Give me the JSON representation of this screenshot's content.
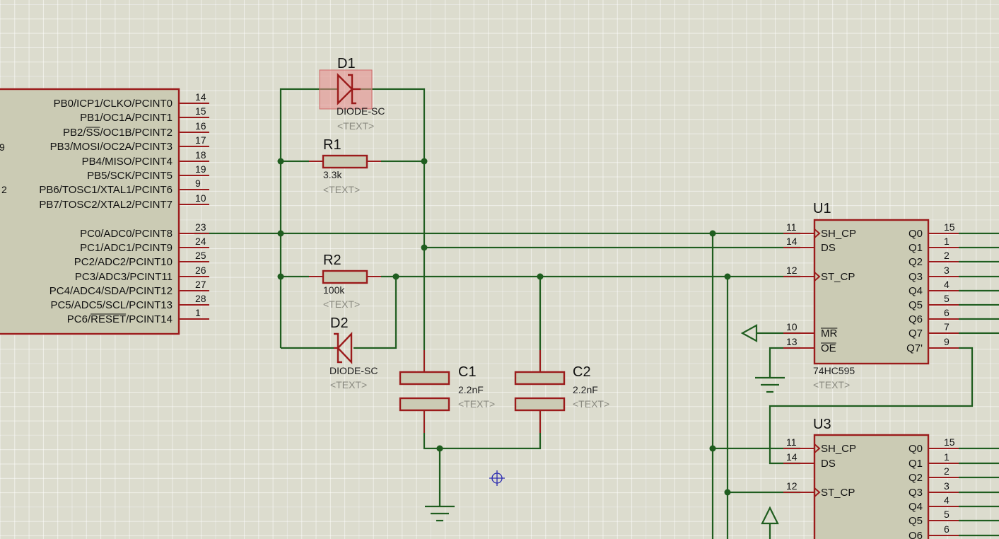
{
  "mcu": {
    "pins": [
      {
        "label": "PB0/ICP1/CLKO/PCINT0",
        "num": "14"
      },
      {
        "label": "PB1/OC1A/PCINT1",
        "num": "15"
      },
      {
        "label": "PB2/SS/OC1B/PCINT2",
        "num": "16"
      },
      {
        "label": "PB3/MOSI/OC2A/PCINT3",
        "num": "17"
      },
      {
        "label": "PB4/MISO/PCINT4",
        "num": "18"
      },
      {
        "label": "PB5/SCK/PCINT5",
        "num": "19"
      },
      {
        "label": "PB6/TOSC1/XTAL1/PCINT6",
        "num": "9"
      },
      {
        "label": "PB7/TOSC2/XTAL2/PCINT7",
        "num": "10"
      },
      {
        "label": "PC0/ADC0/PCINT8",
        "num": "23"
      },
      {
        "label": "PC1/ADC1/PCINT9",
        "num": "24"
      },
      {
        "label": "PC2/ADC2/PCINT10",
        "num": "25"
      },
      {
        "label": "PC3/ADC3/PCINT11",
        "num": "26"
      },
      {
        "label": "PC4/ADC4/SDA/PCINT12",
        "num": "27"
      },
      {
        "label": "PC5/ADC5/SCL/PCINT13",
        "num": "28"
      },
      {
        "label": "PC6/RESET/PCINT14",
        "num": "1"
      }
    ],
    "left_fragments": [
      "9",
      "2"
    ]
  },
  "d1": {
    "ref": "D1",
    "value": "DIODE-SC",
    "text": "<TEXT>"
  },
  "r1": {
    "ref": "R1",
    "value": "3.3k",
    "text": "<TEXT>"
  },
  "r2": {
    "ref": "R2",
    "value": "100k",
    "text": "<TEXT>"
  },
  "d2": {
    "ref": "D2",
    "value": "DIODE-SC",
    "text": "<TEXT>"
  },
  "c1": {
    "ref": "C1",
    "value": "2.2nF",
    "text": "<TEXT>"
  },
  "c2": {
    "ref": "C2",
    "value": "2.2nF",
    "text": "<TEXT>"
  },
  "u1": {
    "ref": "U1",
    "part": "74HC595",
    "text": "<TEXT>",
    "left_pins": [
      {
        "label": "SH_CP",
        "num": "11"
      },
      {
        "label": "DS",
        "num": "14"
      },
      {
        "label": "ST_CP",
        "num": "12"
      },
      {
        "label": "MR",
        "num": "10"
      },
      {
        "label": "OE",
        "num": "13"
      }
    ],
    "right_pins": [
      {
        "label": "Q0",
        "num": "15"
      },
      {
        "label": "Q1",
        "num": "1"
      },
      {
        "label": "Q2",
        "num": "2"
      },
      {
        "label": "Q3",
        "num": "3"
      },
      {
        "label": "Q4",
        "num": "4"
      },
      {
        "label": "Q5",
        "num": "5"
      },
      {
        "label": "Q6",
        "num": "6"
      },
      {
        "label": "Q7",
        "num": "7"
      },
      {
        "label": "Q7'",
        "num": "9"
      }
    ]
  },
  "u3": {
    "ref": "U3",
    "left_pins": [
      {
        "label": "SH_CP",
        "num": "11"
      },
      {
        "label": "DS",
        "num": "14"
      },
      {
        "label": "ST_CP",
        "num": "12"
      }
    ],
    "right_pins": [
      {
        "label": "Q0",
        "num": "15"
      },
      {
        "label": "Q1",
        "num": "1"
      },
      {
        "label": "Q2",
        "num": "2"
      },
      {
        "label": "Q3",
        "num": "3"
      },
      {
        "label": "Q4",
        "num": "4"
      },
      {
        "label": "Q5",
        "num": "5"
      },
      {
        "label": "Q6",
        "num": "6"
      }
    ]
  },
  "colors": {
    "wire": "#1f5d1f",
    "component": "#9b1b1b",
    "body_fill": "#cbcbb4",
    "selection": "#e88a8a",
    "cursor": "#2b2bb0"
  }
}
